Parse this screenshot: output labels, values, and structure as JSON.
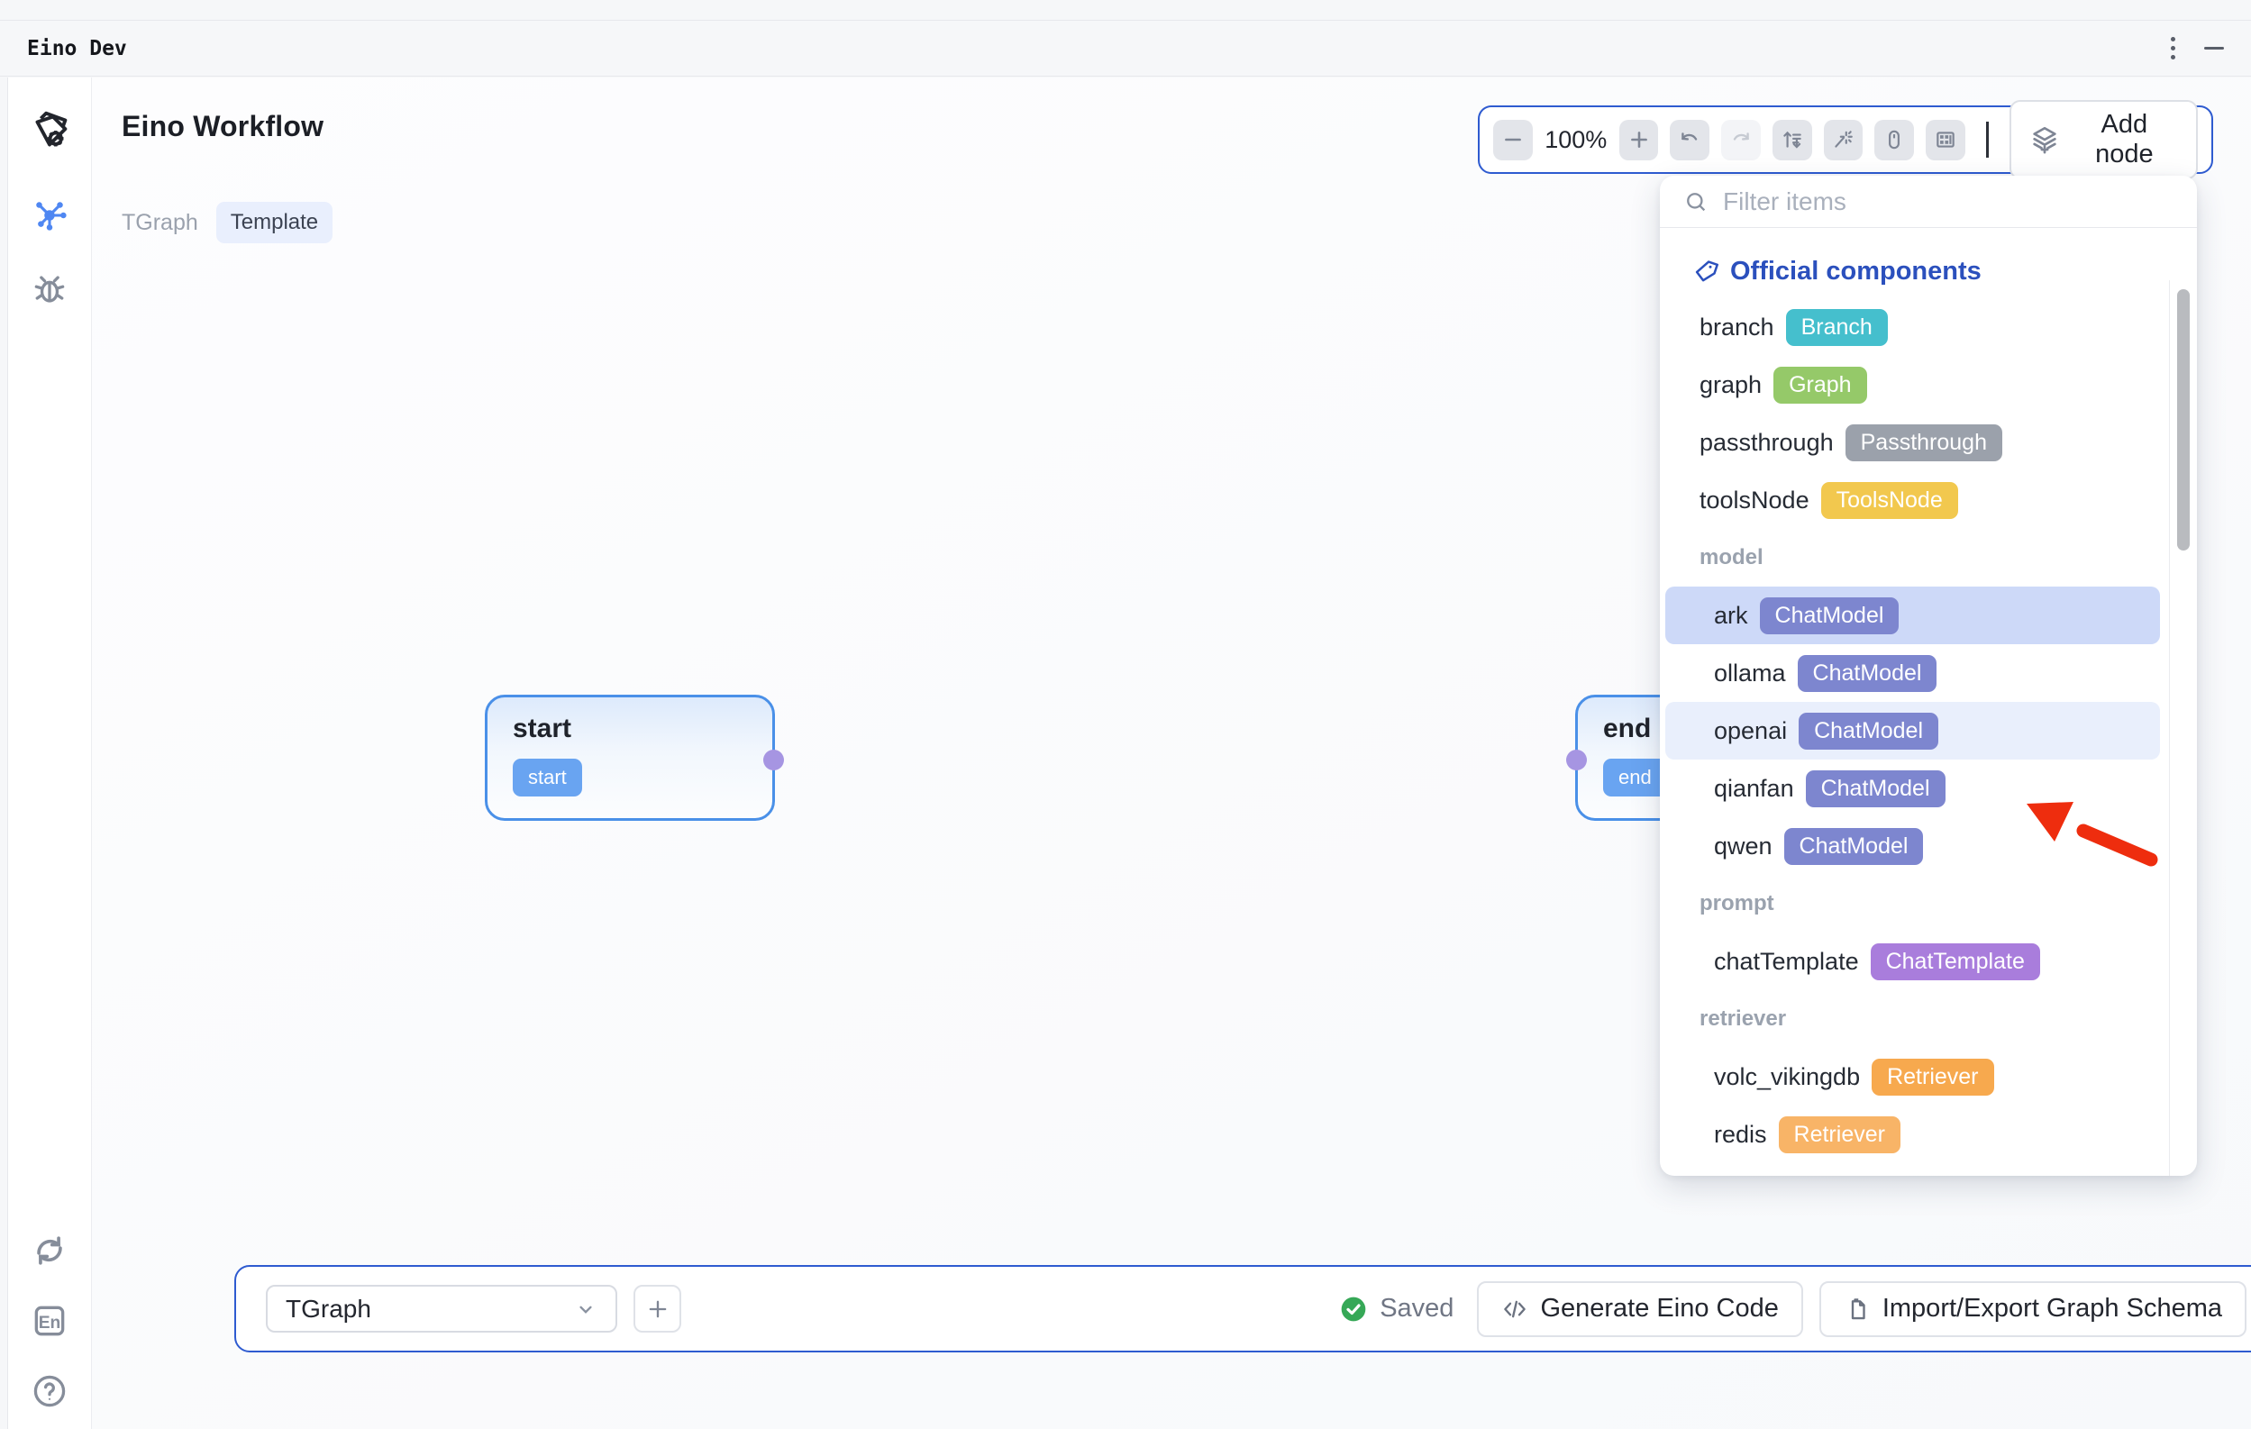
{
  "window": {
    "title": "Eino Dev"
  },
  "sidebar": {
    "logo_icon": "eino-logo-tag-gear",
    "nav_items": [
      {
        "icon": "workflow-graph-icon",
        "active": true
      },
      {
        "icon": "debug-bug-icon",
        "active": false
      }
    ],
    "bottom_items": [
      {
        "icon": "refresh-icon"
      },
      {
        "icon": "language-icon",
        "label": "En"
      },
      {
        "icon": "help-icon"
      }
    ]
  },
  "header": {
    "title": "Eino Workflow",
    "graph_label": "TGraph",
    "template_badge": "Template"
  },
  "toolbar": {
    "zoom_level": "100%",
    "buttons": [
      "zoom-out",
      "zoom-in",
      "undo",
      "redo",
      "auto-layout",
      "magic-wand",
      "mouse-mode",
      "minimap-panel"
    ],
    "add_node_label": "Add node"
  },
  "canvas": {
    "nodes": [
      {
        "title": "start",
        "badge": "start",
        "badge_color": "#69a4f1",
        "port_side": "right"
      },
      {
        "title": "end",
        "badge": "end",
        "badge_color": "#69a4f1",
        "port_side": "left"
      }
    ]
  },
  "panel": {
    "search": {
      "placeholder": "Filter items"
    },
    "official_header": "Official components",
    "groups": [
      {
        "label": "",
        "items": [
          {
            "name": "branch",
            "badge": "Branch",
            "badge_color": "#45bfcd"
          },
          {
            "name": "graph",
            "badge": "Graph",
            "badge_color": "#95c969"
          },
          {
            "name": "passthrough",
            "badge": "Passthrough",
            "badge_color": "#9ba1ab"
          },
          {
            "name": "toolsNode",
            "badge": "ToolsNode",
            "badge_color": "#f2c84e"
          }
        ]
      },
      {
        "label": "model",
        "items": [
          {
            "name": "ark",
            "badge": "ChatModel",
            "badge_color": "#7d86cf",
            "row_bg": "#cdd9f8"
          },
          {
            "name": "ollama",
            "badge": "ChatModel",
            "badge_color": "#7d86cf"
          },
          {
            "name": "openai",
            "badge": "ChatModel",
            "badge_color": "#7d86cf",
            "row_bg": "#e9effc"
          },
          {
            "name": "qianfan",
            "badge": "ChatModel",
            "badge_color": "#7d86cf"
          },
          {
            "name": "qwen",
            "badge": "ChatModel",
            "badge_color": "#7d86cf"
          }
        ]
      },
      {
        "label": "prompt",
        "items": [
          {
            "name": "chatTemplate",
            "badge": "ChatTemplate",
            "badge_color": "#a97ddc"
          }
        ]
      },
      {
        "label": "retriever",
        "items": [
          {
            "name": "volc_vikingdb",
            "badge": "Retriever",
            "badge_color": "#f7a94e"
          },
          {
            "name": "redis",
            "badge": "Retriever",
            "badge_color": "#f8b467"
          }
        ]
      }
    ]
  },
  "annotation": {
    "arrow_color": "#ee2d0e",
    "points_at": "openai ChatModel"
  },
  "bottom_bar": {
    "graph_select_value": "TGraph",
    "status_label": "Saved",
    "status_color": "#36a857",
    "generate_button": "Generate Eino Code",
    "import_export_button": "Import/Export Graph Schema"
  },
  "colors": {
    "accent_border": "#2e5bd0",
    "node_border": "#4a90e8",
    "official_header": "#2b50bd",
    "active_nav": "#4f87f2"
  }
}
